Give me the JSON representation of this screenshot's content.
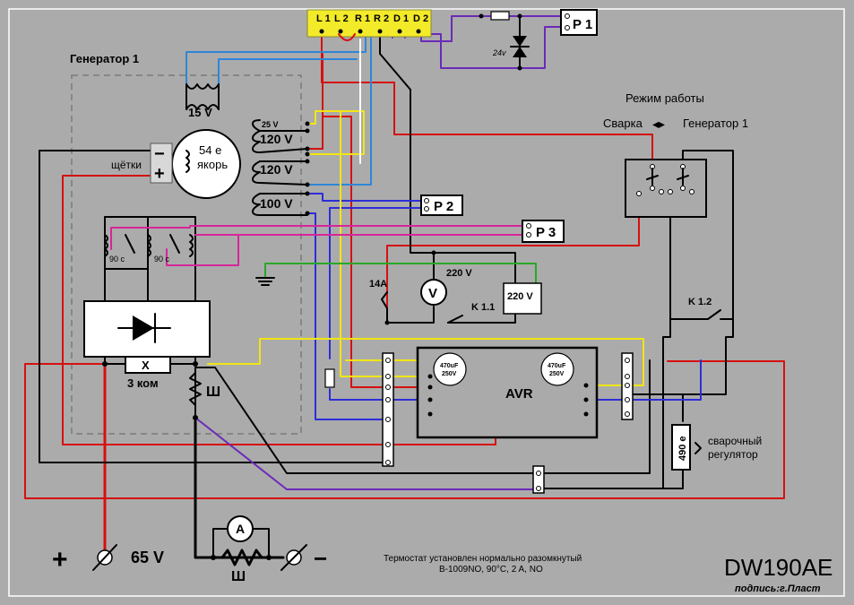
{
  "title": "DW190AE",
  "signature": "подпись:г.Пласт",
  "generator_label": "Генератор 1",
  "terminal_block": {
    "labels": [
      "L 1",
      "L 2",
      "R 1",
      "R 2",
      "D 1",
      "D 2"
    ],
    "color": "#f3ea2a"
  },
  "relays": {
    "p1": "P 1",
    "p2": "P 2",
    "p3": "P 3"
  },
  "zener_voltage": "24v",
  "windings": {
    "w15": "15 V",
    "w25": "25 V",
    "w120a": "120 V",
    "w120b": "120 V",
    "w100": "100 V"
  },
  "armature": {
    "line1": "54 е",
    "line2": "якорь"
  },
  "brushes": "щётки",
  "brush_minus": "−",
  "brush_plus": "+",
  "thermostats": [
    "90 c",
    "90 c"
  ],
  "mode": {
    "title": "Режим работы",
    "left": "Сварка",
    "right": "Генератор 1"
  },
  "breaker": "14A",
  "voltmeter": {
    "symbol": "V",
    "label": "220 V"
  },
  "socket": "220 V",
  "k11": "K 1.1",
  "k12": "K 1.2",
  "resistor": {
    "symbol": "X",
    "value": "3 ком"
  },
  "shunt_upper": "Ш",
  "shunt_lower": "Ш",
  "avr": {
    "label": "AVR",
    "cap_left": {
      "line1": "470uF",
      "line2": "250V"
    },
    "cap_right": {
      "line1": "470uF",
      "line2": "250V"
    }
  },
  "weld_regulator": {
    "value": "490 е",
    "line1": "сварочный",
    "line2": "регулятор"
  },
  "ammeter": "A",
  "output": {
    "plus": "+",
    "minus": "−",
    "voltage": "65 V"
  },
  "note": {
    "line1": "Термостат установлен нормально разомкнутый",
    "line2": "В-1009NO, 90°C, 2 A, NO"
  }
}
